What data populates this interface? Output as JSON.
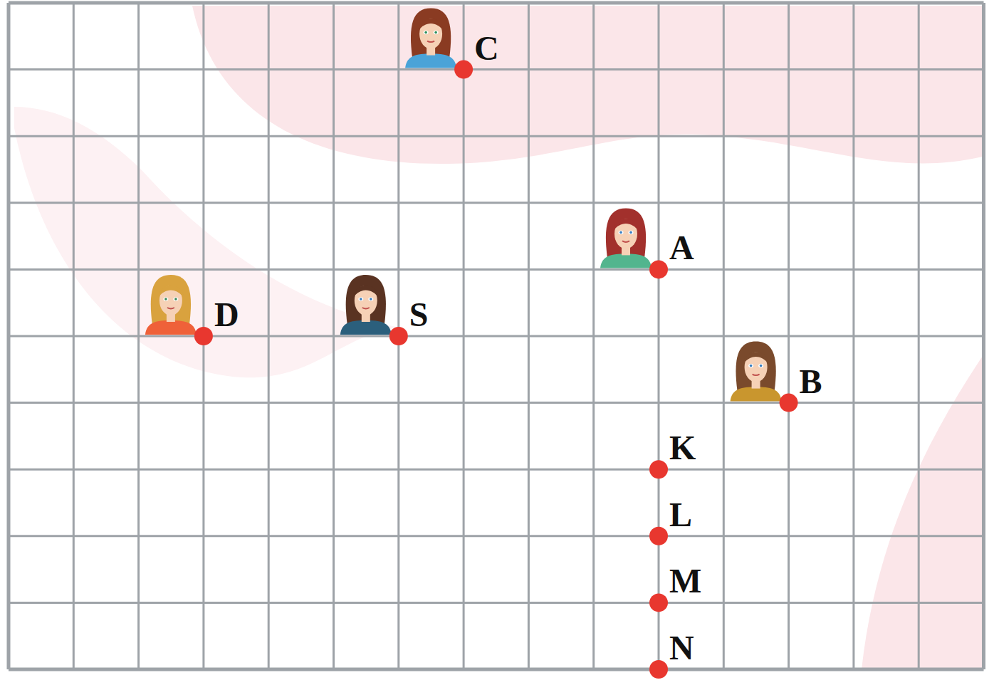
{
  "diagram": {
    "labels": [
      "C",
      "A",
      "D",
      "S",
      "B",
      "K",
      "L",
      "M",
      "N"
    ]
  }
}
